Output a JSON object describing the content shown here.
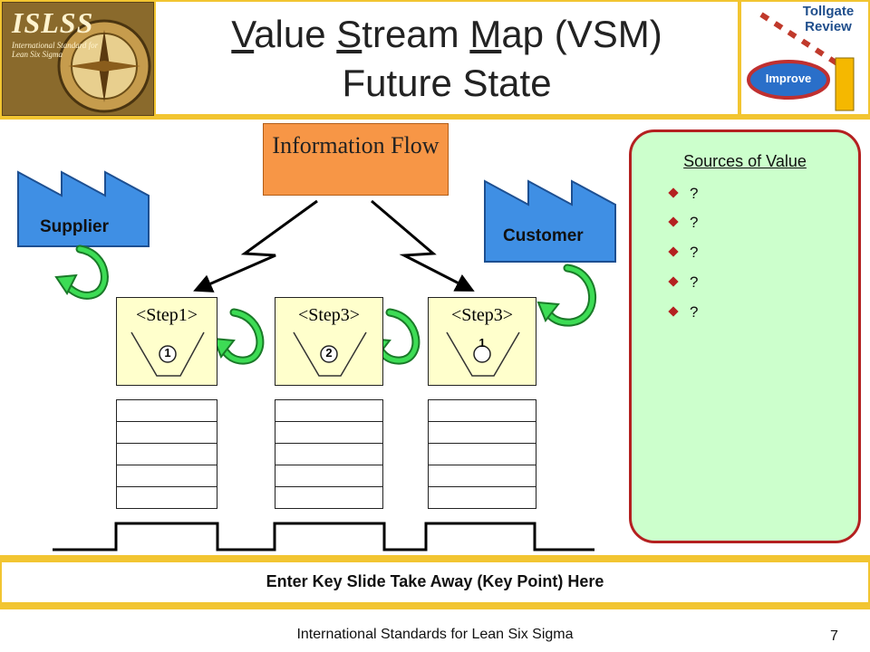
{
  "header": {
    "logo": {
      "name": "ISLSS",
      "subtitle": "International Standard for Lean Six Sigma"
    },
    "title_parts": [
      "V",
      "alue ",
      "S",
      "tream ",
      "M",
      "ap (VSM)"
    ],
    "title_line2": "Future State",
    "badge": {
      "line1": "Tollgate",
      "line2": "Review",
      "button": "Improve"
    }
  },
  "diagram": {
    "info_flow": "Information Flow",
    "supplier": "Supplier",
    "customer": "Customer",
    "steps": [
      {
        "label": "<Step1>",
        "inventory": "1"
      },
      {
        "label": "<Step3>",
        "inventory": "2"
      },
      {
        "label": "<Step3>",
        "inventory": "1"
      }
    ]
  },
  "sources": {
    "title": "Sources of Value",
    "items": [
      "?",
      "?",
      "?",
      "?",
      "?"
    ]
  },
  "takeaway": "Enter Key Slide Take Away (Key Point) Here",
  "footer": {
    "text": "International Standards for Lean Six Sigma",
    "page": "7"
  },
  "colors": {
    "gold": "#f2c531",
    "orange": "#f79646",
    "blue": "#3f8fe4",
    "green": "#22b43c",
    "panel": "#ccffcc",
    "step": "#ffffcc"
  }
}
